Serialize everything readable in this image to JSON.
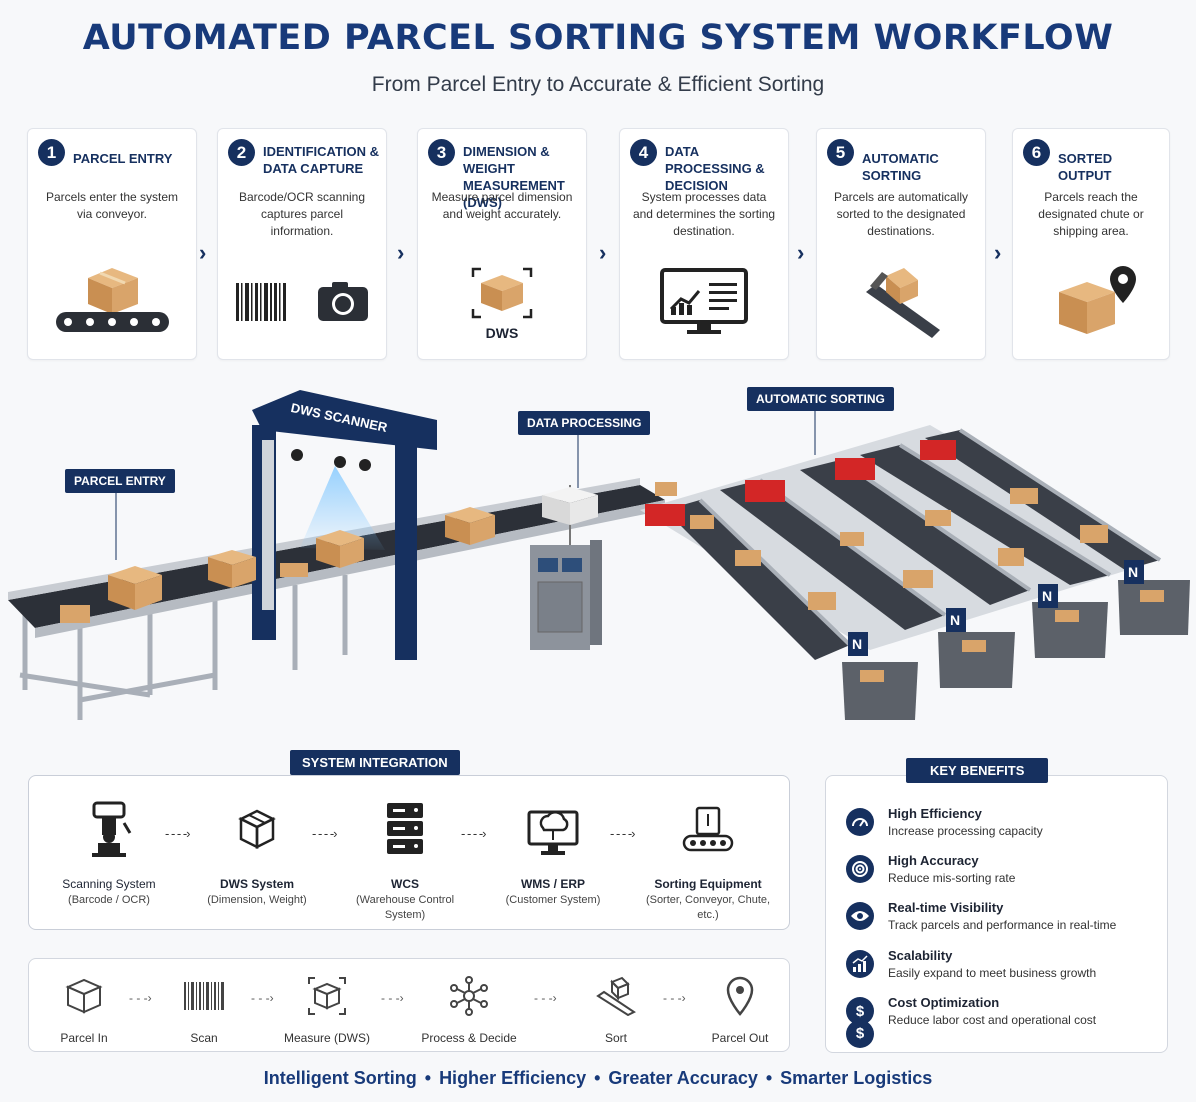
{
  "header": {
    "title": "AUTOMATED PARCEL SORTING SYSTEM WORKFLOW",
    "subtitle": "From Parcel Entry to Accurate & Efficient Sorting"
  },
  "steps": [
    {
      "num": "1",
      "title": "PARCEL ENTRY",
      "desc": "Parcels enter the system via conveyor.",
      "icon": "conveyor-box-icon"
    },
    {
      "num": "2",
      "title": "IDENTIFICATION & DATA CAPTURE",
      "desc": "Barcode/OCR scanning captures parcel information.",
      "icon": "barcode-camera-icon"
    },
    {
      "num": "3",
      "title": "DIMENSION & WEIGHT MEASUREMENT (DWS)",
      "desc": "Measure parcel dimension and weight accurately.",
      "icon": "dws-box-icon",
      "icon_label": "DWS"
    },
    {
      "num": "4",
      "title": "DATA PROCESSING & DECISION",
      "desc": "System processes data and determines the sorting destination.",
      "icon": "monitor-chart-icon"
    },
    {
      "num": "5",
      "title": "AUTOMATIC SORTING",
      "desc": "Parcels are automatically sorted to the designated destinations.",
      "icon": "sorter-arm-icon"
    },
    {
      "num": "6",
      "title": "SORTED OUTPUT",
      "desc": "Parcels reach the designated chute or shipping area.",
      "icon": "box-location-icon"
    }
  ],
  "scene": {
    "tags": {
      "parcel_entry": "PARCEL ENTRY",
      "dws_scanner": "DWS SCANNER",
      "data_processing": "DATA PROCESSING",
      "automatic_sorting": "AUTOMATIC SORTING"
    },
    "chute_label": "N"
  },
  "system_integration": {
    "tag": "SYSTEM INTEGRATION",
    "items": [
      {
        "name": "Scanning System",
        "desc": "(Barcode / OCR)",
        "icon": "scanner-robot-icon"
      },
      {
        "name": "DWS System",
        "desc": "(Dimension, Weight)",
        "icon": "cube-icon"
      },
      {
        "name": "WCS",
        "desc": "(Warehouse Control System)",
        "icon": "server-icon"
      },
      {
        "name": "WMS / ERP",
        "desc": "(Customer System)",
        "icon": "cloud-monitor-icon"
      },
      {
        "name": "Sorting Equipment",
        "desc": "(Sorter, Conveyor, Chute, etc.)",
        "icon": "conveyor-icon"
      }
    ]
  },
  "flow": [
    {
      "label": "Parcel In",
      "icon": "box-icon"
    },
    {
      "label": "Scan",
      "icon": "barcode-icon"
    },
    {
      "label": "Measure (DWS)",
      "icon": "measure-box-icon"
    },
    {
      "label": "Process & Decide",
      "icon": "network-icon"
    },
    {
      "label": "Sort",
      "icon": "sort-arm-icon"
    },
    {
      "label": "Parcel Out",
      "icon": "location-pin-icon"
    }
  ],
  "key_benefits": {
    "tag": "KEY BENEFITS",
    "items": [
      {
        "title": "High Efficiency",
        "desc": "Increase processing capacity",
        "icon": "speedometer-icon"
      },
      {
        "title": "High Accuracy",
        "desc": "Reduce mis-sorting rate",
        "icon": "target-icon"
      },
      {
        "title": "Real-time Visibility",
        "desc": "Track parcels and performance in real-time",
        "icon": "eye-icon"
      },
      {
        "title": "Scalability",
        "desc": "Easily expand to meet business growth",
        "icon": "growth-chart-icon"
      },
      {
        "title": "Cost Optimization",
        "desc": "Reduce labor cost and operational cost",
        "icon": "dollar-icon"
      }
    ]
  },
  "tagline": [
    "Intelligent Sorting",
    "Higher Efficiency",
    "Greater Accuracy",
    "Smarter Logistics"
  ],
  "colors": {
    "navy": "#16305f",
    "title_blue": "#183a7a",
    "cardboard": "#d9a46a",
    "sorter_red": "#d32626"
  }
}
